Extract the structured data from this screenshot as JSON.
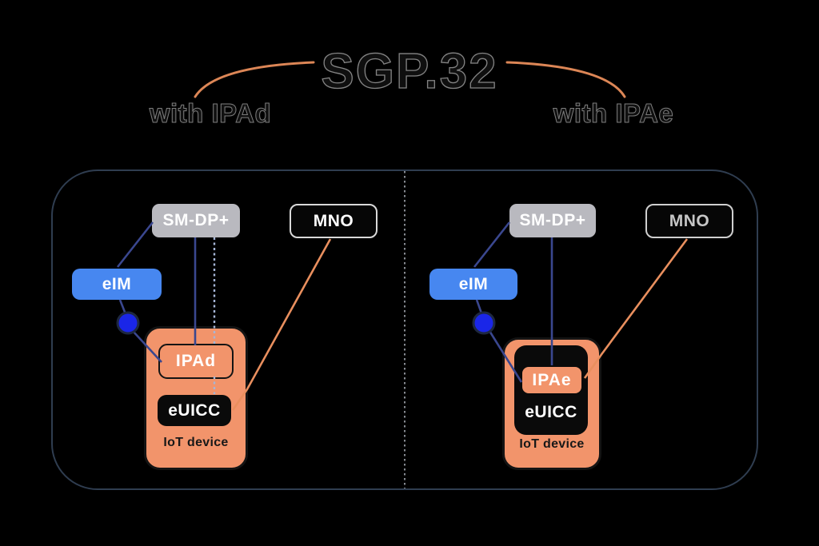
{
  "header": {
    "title": "SGP.32",
    "left_variant": "with IPAd",
    "right_variant": "with IPAe"
  },
  "panels": [
    {
      "side": "left",
      "sm_dp": "SM-DP+",
      "mno": "MNO",
      "eim": "eIM",
      "ipa": "IPAd",
      "euicc": "eUICC",
      "device": "IoT device"
    },
    {
      "side": "right",
      "sm_dp": "SM-DP+",
      "mno": "MNO",
      "eim": "eIM",
      "ipa": "IPAe",
      "euicc": "eUICC",
      "device": "IoT device"
    }
  ],
  "colors": {
    "background": "#000000",
    "device_orange": "#F2946B",
    "connector_orange": "#E98F5E",
    "brace_orange": "#DC8656",
    "eim_blue": "#4787F0",
    "connector_navy": "#3A478F",
    "dotted_link_blue": "#A6B6D6",
    "node_blue": "#1A26E8",
    "sm_dp_gray": "#B9B9BF",
    "mno_black": "#060606",
    "box_black": "#0A0A0A",
    "container_border": "#2F3D50",
    "divider_gray": "#A7ADB5"
  }
}
